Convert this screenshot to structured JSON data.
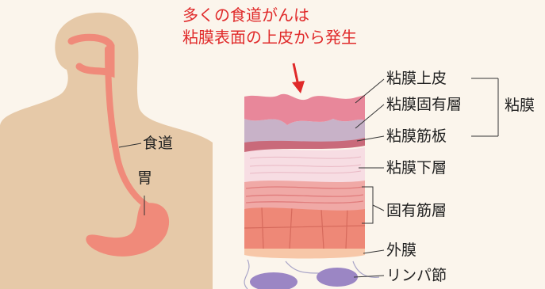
{
  "callout": {
    "line1": "多くの食道がんは",
    "line2": "粘膜表面の上皮から発生",
    "color": "#e02a2a"
  },
  "body_labels": {
    "esophagus": "食道",
    "stomach": "胃"
  },
  "layers": {
    "epithelium": "粘膜上皮",
    "lamina_propria": "粘膜固有層",
    "muscularis_mucosae": "粘膜筋板",
    "submucosa": "粘膜下層",
    "muscularis_propria": "固有筋層",
    "adventitia": "外膜",
    "lymph_node": "リンパ節"
  },
  "group_label": "粘膜",
  "colors": {
    "background": "#fbf5ec",
    "skin": "#e6c9a8",
    "organ": "#f08a7a",
    "epithelium": "#e8879a",
    "lamina": "#c8b2c8",
    "submucosa": "#f7dde3",
    "muscle": "#ee8877",
    "lymph": "#9b86c4"
  }
}
